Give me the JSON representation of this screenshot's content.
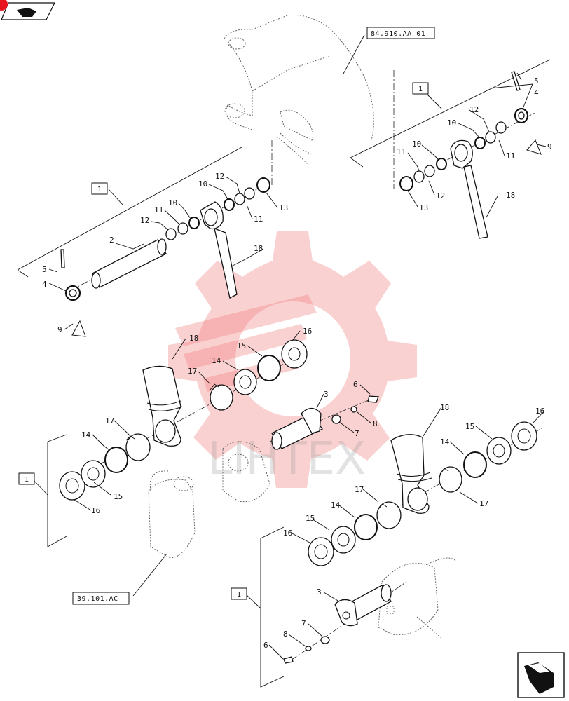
{
  "references": {
    "top": "84.910.AA 01",
    "bottom": "39.101.AC"
  },
  "group_label": "1",
  "watermark_text": "LIHTEX",
  "callouts": {
    "c2": "2",
    "c3a": "3",
    "c3b": "3",
    "c4a": "4",
    "c4b": "4",
    "c5a": "5",
    "c5b": "5",
    "c6a": "6",
    "c6b": "6",
    "c7a": "7",
    "c7b": "7",
    "c8a": "8",
    "c8b": "8",
    "c9a": "9",
    "c9b": "9",
    "c10a": "10",
    "c10b": "10",
    "c10c": "10",
    "c10d": "10",
    "c11a": "11",
    "c11b": "11",
    "c11c": "11",
    "c11d": "11",
    "c12a": "12",
    "c12b": "12",
    "c12c": "12",
    "c12d": "12",
    "c13a": "13",
    "c13b": "13",
    "c14a": "14",
    "c14b": "14",
    "c14c": "14",
    "c14d": "14",
    "c15a": "15",
    "c15b": "15",
    "c15c": "15",
    "c15d": "15",
    "c16a": "16",
    "c16b": "16",
    "c16c": "16",
    "c16d": "16",
    "c17a": "17",
    "c17b": "17",
    "c17c": "17",
    "c17d": "17",
    "c18a": "18",
    "c18b": "18",
    "c18c": "18",
    "c18d": "18"
  },
  "icons": {
    "nav_top": "previous-page-icon",
    "nav_bottom": "next-page-icon",
    "marker": "red-marker-icon"
  },
  "colors": {
    "watermark": "#f07a7a",
    "marker": "#e8141e",
    "line": "#111111"
  }
}
